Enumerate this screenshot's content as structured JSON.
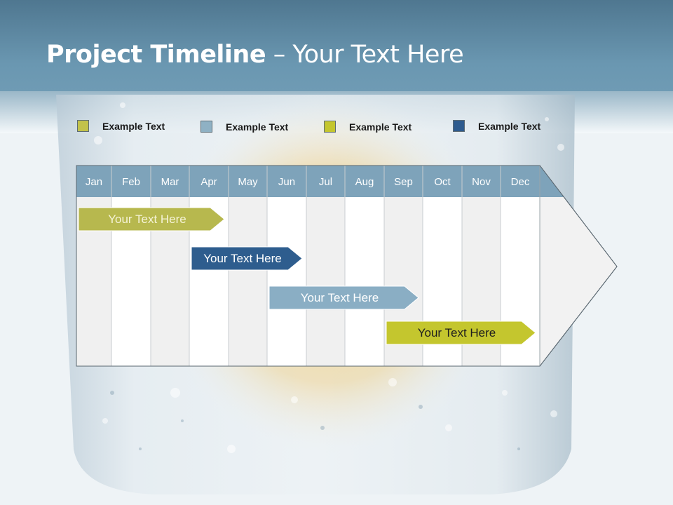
{
  "title": {
    "bold": "Project Timeline",
    "rest": " – Your Text Here"
  },
  "legend": [
    {
      "label": "Example Text",
      "color": "#c2c24a"
    },
    {
      "label": "Example Text",
      "color": "#8fb1c4"
    },
    {
      "label": "Example Text",
      "color": "#c4c62e"
    },
    {
      "label": "Example Text",
      "color": "#2e5b8e"
    }
  ],
  "months": [
    "Jan",
    "Feb",
    "Mar",
    "Apr",
    "May",
    "Jun",
    "Jul",
    "Aug",
    "Sep",
    "Oct",
    "Nov",
    "Dec"
  ],
  "tasks": [
    {
      "label": "Your  Text Here",
      "start": 1,
      "end": 4,
      "color": "#b7b84e",
      "text_color": "#f5f3d6"
    },
    {
      "label": "Your  Text Here",
      "start": 4,
      "end": 6,
      "color": "#2e5d8e",
      "text_color": "#ffffff"
    },
    {
      "label": "Your  Text Here",
      "start": 6,
      "end": 9,
      "color": "#8aaec4",
      "text_color": "#ffffff"
    },
    {
      "label": "Your  Text Here",
      "start": 9,
      "end": 12,
      "color": "#c4c62e",
      "text_color": "#1e1e1e"
    }
  ],
  "colors": {
    "header": "#5f8fad",
    "month_header": "#7ea3ba"
  }
}
